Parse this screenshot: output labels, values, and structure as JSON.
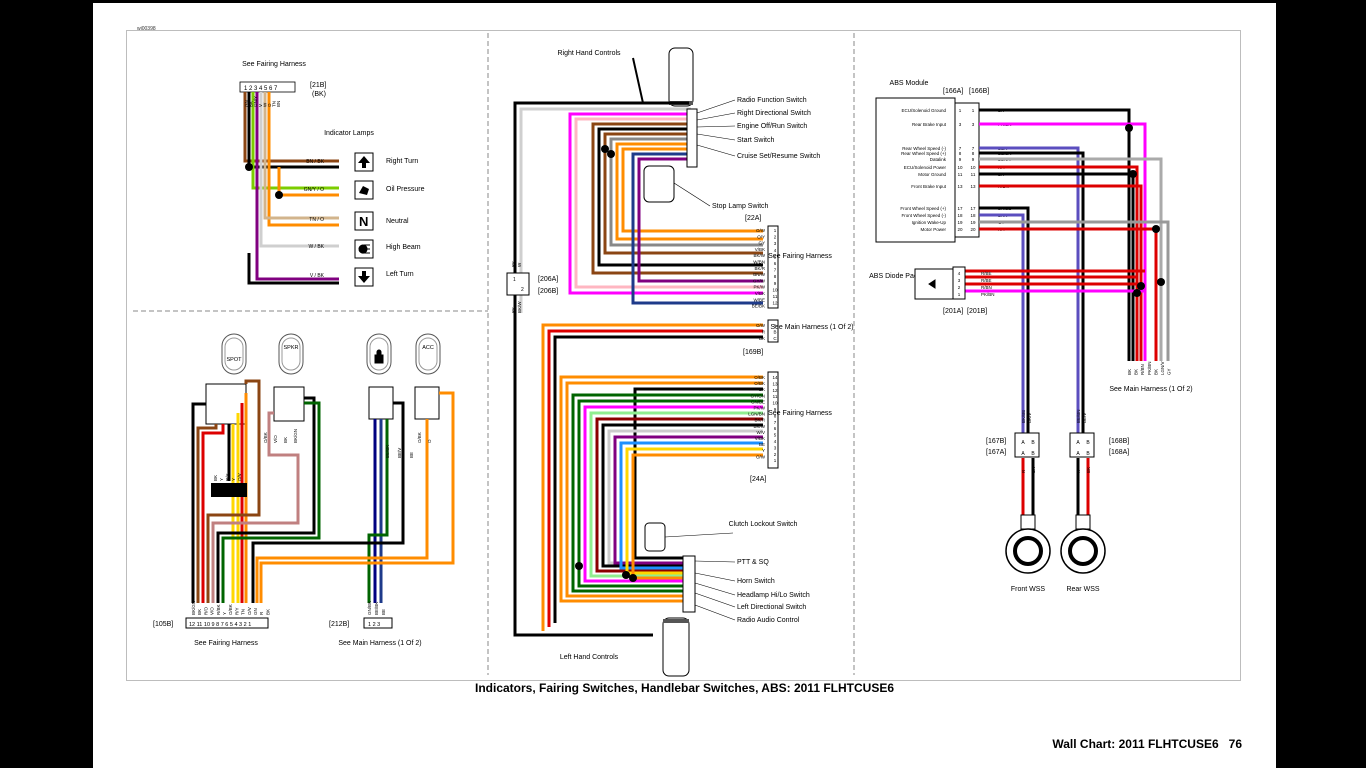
{
  "drawing_id": "wi00398",
  "caption": "Indicators, Fairing Switches, Handlebar Switches, ABS: 2011 FLHTCUSE6",
  "footer": {
    "label": "Wall Chart:  2011 FLHTCUSE6",
    "page": "76"
  },
  "indicators": {
    "harness_label": "See Fairing Harness",
    "connector": "[21B]",
    "connector_color": "(BK)",
    "pins": "1 2 3 4 5 6 7",
    "pin_wires": [
      "GN",
      "BK",
      "GN/Y",
      "V",
      "W",
      "O",
      "TN",
      "BN"
    ],
    "lamps_title": "Indicator Lamps",
    "lamps": [
      {
        "label": "Right Turn",
        "wires": "BN / BK"
      },
      {
        "label": "Oil Pressure",
        "wires": "GN/Y / O"
      },
      {
        "label": "Neutral",
        "wires": "TN / O"
      },
      {
        "label": "High Beam",
        "wires": "W / BK"
      },
      {
        "label": "Left Turn",
        "wires": "V / BK"
      }
    ]
  },
  "fairing_switches": {
    "buttons": [
      "SPOT",
      "SPKR",
      "",
      "ACC"
    ],
    "connector_105": "[105B]",
    "connector_105_pins": "12 11 10 9 8 7 6 5 4 3 2 1",
    "connector_105_wires": [
      "BK/GN",
      "BK",
      "R/O",
      "V/O",
      "R/BK",
      "Y",
      "O/BK",
      "R/Y",
      "TN",
      "O/V",
      "GN",
      "R",
      "BK"
    ],
    "harness_105": "See Fairing Harness",
    "connector_212": "[212B]",
    "connector_212_pins": "1 2 3",
    "connector_212_wires": [
      "GN/BK",
      "BE/BK",
      "BE"
    ],
    "harness_212": "See Main Harness (1 Of 2)",
    "spot_wires": [
      "BK",
      "Y",
      "R/Y",
      "Y",
      "O/V"
    ],
    "spkr_wires": [
      "O/BK",
      "V/O",
      "BK",
      "BK/GN"
    ],
    "lock_wires": [
      "BE/BK",
      "BE/V",
      "BE"
    ],
    "acc_wires": [
      "O/BK",
      "O"
    ]
  },
  "handlebar": {
    "right_hand_controls": "Right Hand Controls",
    "right_switches": [
      "Radio Function Switch",
      "Right Directional Switch",
      "Engine Off/Run Switch",
      "Start Switch",
      "Cruise Set/Resume Switch"
    ],
    "stop_lamp_switch": "Stop Lamp Switch",
    "connector_22a": "[22A]",
    "right_pins": [
      "1",
      "2",
      "3",
      "4",
      "5",
      "6",
      "7",
      "8",
      "9",
      "10",
      "11",
      "12"
    ],
    "right_wires": [
      "O/W",
      "O/Y",
      "GY",
      "V/BK",
      "BK/W",
      "W/BN",
      "BK/R",
      "BN/W",
      "GY/W",
      "PK/W",
      "V/BK",
      "W/BE",
      "BE/BK"
    ],
    "right_harness": "See Fairing Harness",
    "connector_206a": "[206A]",
    "connector_206b": "[206B]",
    "connector_206_pins": [
      "1",
      "2"
    ],
    "connector_206_wires": [
      "BK",
      "W",
      "BK",
      "BK/W"
    ],
    "main_pins": [
      "A",
      "B",
      "C"
    ],
    "main_wires": [
      "O/W",
      "R",
      "BK"
    ],
    "main_harness": "See Main Harness (1 Of 2)",
    "connector_169b": "[169B]",
    "left_pins": [
      "14",
      "13",
      "12",
      "11",
      "10",
      "9",
      "8",
      "7",
      "6",
      "5",
      "4",
      "3",
      "2",
      "1"
    ],
    "left_wires": [
      "O/BK",
      "O/BK",
      "BK",
      "GY/GN",
      "GN/BE",
      "PK/W",
      "LGN/BN",
      "BK/R",
      "BK/W",
      "W/V",
      "V/BK",
      "BE",
      "Y",
      "O/W"
    ],
    "left_harness": "See Fairing Harness",
    "connector_24a": "[24A]",
    "clutch_switch": "Clutch Lockout Switch",
    "left_switches": [
      "PTT & SQ",
      "Horn Switch",
      "Headlamp Hi/Lo Switch",
      "Left Directional Switch",
      "Radio Audio Control"
    ],
    "left_hand_controls": "Left Hand Controls"
  },
  "abs": {
    "module_label": "ABS Module",
    "connector_166a": "[166A]",
    "connector_166b": "[166B]",
    "pins": [
      {
        "name": "ECU/Solenoid Ground",
        "pin": "1",
        "wire": "BK"
      },
      {
        "name": "Rear Brake Input",
        "pin": "3",
        "wire": "PK/BN"
      },
      {
        "name": "Rear Wheel Speed (-)",
        "pin": "7",
        "wire": "BE/V"
      },
      {
        "name": "Rear Wheel Speed (+)",
        "pin": "8",
        "wire": "BE/BN"
      },
      {
        "name": "Datalink",
        "pin": "9",
        "wire": "LGN/V"
      },
      {
        "name": "ECU/Solenoid Power",
        "pin": "10",
        "wire": "R/Y"
      },
      {
        "name": "Motor Ground",
        "pin": "11",
        "wire": "BK"
      },
      {
        "name": "Front Brake Input",
        "pin": "13",
        "wire": "R/BN"
      },
      {
        "name": "Front Wheel Speed (+)",
        "pin": "17",
        "wire": "BK/BE"
      },
      {
        "name": "Front Wheel Speed (-)",
        "pin": "18",
        "wire": "BK/V"
      },
      {
        "name": "Ignition Wake-Up",
        "pin": "19",
        "wire": "GY"
      },
      {
        "name": "Motor Power",
        "pin": "20",
        "wire": "R/Y"
      }
    ],
    "diode_label": "ABS Diode Pack",
    "diode_pins": [
      "4",
      "3",
      "2",
      "1"
    ],
    "diode_wires": [
      "R/BE",
      "R/BE",
      "R/BN",
      "PK/BN"
    ],
    "connector_201a": "[201A]",
    "connector_201b": "[201B]",
    "main_wires": [
      "BK",
      "BK",
      "R/BN",
      "PK/BN",
      "BK",
      "LGN/V",
      "GY"
    ],
    "main_harness": "See Main Harness (1 Of 2)",
    "front_wires": [
      "BK/BE",
      "BK/V"
    ],
    "rear_wires": [
      "BE/BN",
      "BE/V"
    ],
    "pins_ab": [
      "A",
      "B"
    ],
    "front_top": "[167B]",
    "front_bottom": "[167A]",
    "rear_top": "[168B]",
    "rear_bottom": "[168A]",
    "front_low_wires": [
      "R",
      "BK"
    ],
    "rear_low_wires": [
      "R",
      "BK"
    ],
    "front_label": "Front WSS",
    "rear_label": "Rear WSS"
  }
}
